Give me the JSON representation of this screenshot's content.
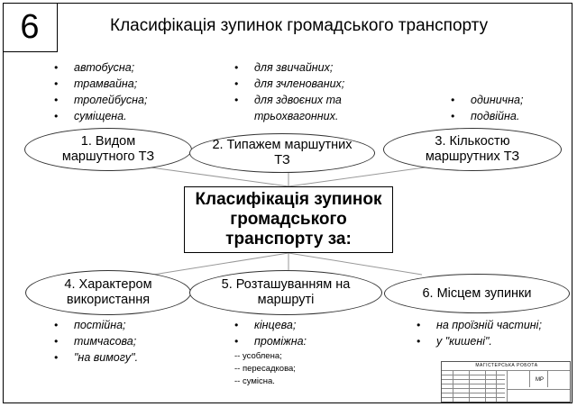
{
  "sheet_number": "6",
  "title": "Класифікація зупинок громадського транспорту",
  "center_text": "Класифікація зупинок громадського транспорту за:",
  "categories": [
    {
      "label": "1. Видом маршутного ТЗ"
    },
    {
      "label": "2. Типажем маршутних ТЗ"
    },
    {
      "label": "3. Кількостю маршрутних ТЗ"
    },
    {
      "label": "4. Характером використання"
    },
    {
      "label": "5. Розташуванням на маршруті"
    },
    {
      "label": "6. Місцем зупинки"
    }
  ],
  "lists": {
    "vehicle_type": [
      "автобусна;",
      "трамвайна;",
      "тролейбусна;",
      "суміщена."
    ],
    "vehicle_model": [
      "для звичайних;",
      "для зчленованих;",
      "для здвоєних та трьохвагонних."
    ],
    "vehicle_count": [
      "одинична;",
      "подвійна."
    ],
    "usage": [
      "постійна;",
      "тимчасова;",
      "\"на вимогу\"."
    ],
    "route_position": [
      "кінцева;",
      "проміжна:"
    ],
    "route_position_sub": [
      "-- усоблена;",
      "-- пересадкова;",
      "-- сумісна."
    ],
    "stop_place": [
      "на проїзній частині;",
      "у \"кишені\"."
    ]
  },
  "stamp": {
    "header": "МАГІСТЕРСЬКА РОБОТА",
    "code": "МР"
  }
}
